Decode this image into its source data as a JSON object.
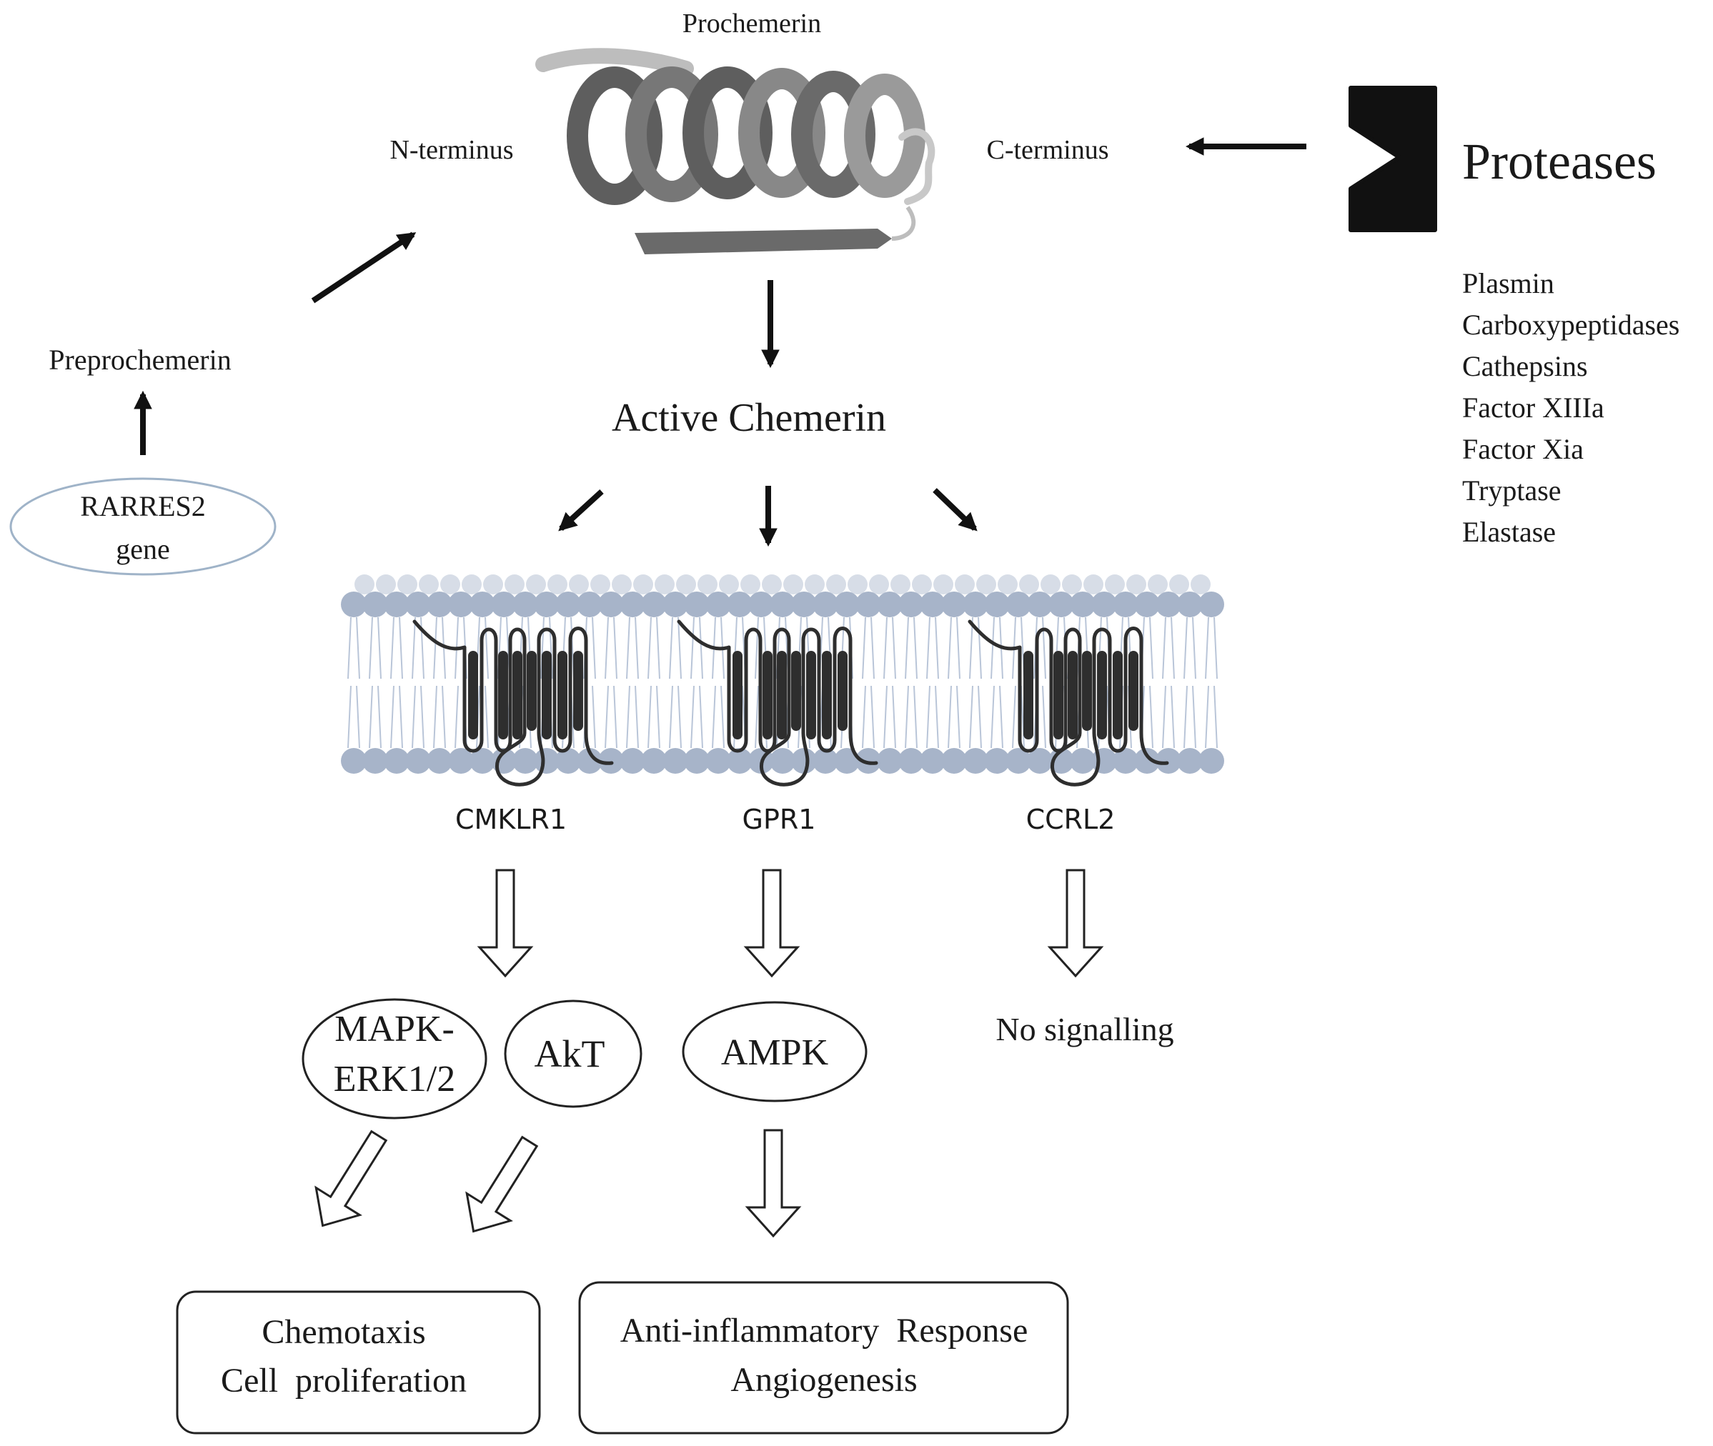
{
  "colors": {
    "ink": "#1a1a1a",
    "lipid_head": "#a7b4c9",
    "lipid_tail": "#b9c5d8",
    "receptor": "#2e2e2e",
    "helix_light": "#a6a6a6",
    "helix_dark": "#5e5e5e",
    "gene_outline": "#9fb3c8",
    "protease_shape": "#111111"
  },
  "top": {
    "prochemerin": "Prochemerin",
    "n_terminus": "N-terminus",
    "c_terminus": "C-terminus"
  },
  "gene": {
    "name_line1": "RARRES2",
    "name_line2": "gene",
    "preprochemerin": "Preprochemerin"
  },
  "proteases": {
    "title": "Proteases",
    "list": [
      "Plasmin",
      "Carboxypeptidases",
      "Cathepsins",
      "Factor XIIIa",
      "Factor Xia",
      "Tryptase",
      "Elastase"
    ]
  },
  "active_chemerin": "Active Chemerin",
  "receptors": [
    "CMKLR1",
    "GPR1",
    "CCRL2"
  ],
  "signalling": {
    "mapk_line1": "MAPK-",
    "mapk_line2": "ERK1/2",
    "akt": "AkT",
    "ampk": "AMPK",
    "none": "No signalling"
  },
  "outcomes": {
    "left_line1": "Chemotaxis",
    "left_line2": "Cell  proliferation",
    "right_line1": "Anti-inflammatory  Response",
    "right_line2": "Angiogenesis"
  }
}
